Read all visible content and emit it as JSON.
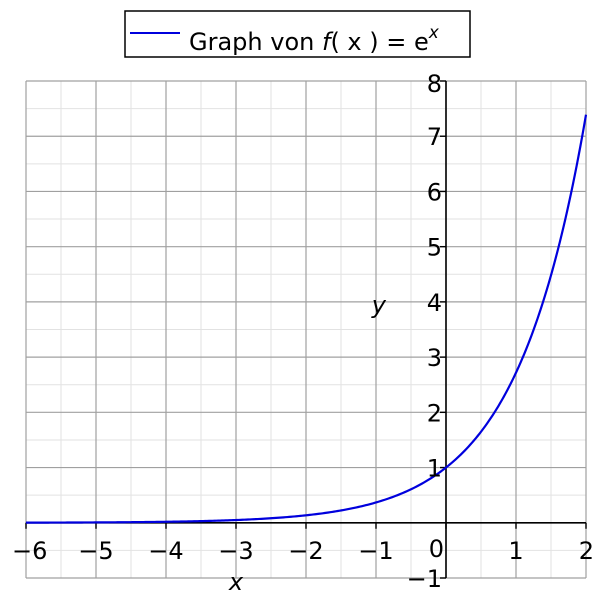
{
  "chart_data": {
    "type": "line",
    "legend": {
      "label_prefix": "Graph von ",
      "label_f": "f",
      "label_mid": "( x ) = e",
      "label_sup": "x",
      "placement": "top-center"
    },
    "xlabel": "x",
    "ylabel": "y",
    "xlim": [
      -6,
      2
    ],
    "ylim": [
      -1,
      8
    ],
    "x_ticks": [
      "−6",
      "−5",
      "−4",
      "−3",
      "−2",
      "−1",
      "0",
      "1",
      "2"
    ],
    "y_ticks": [
      "−1",
      "1",
      "2",
      "3",
      "4",
      "5",
      "6",
      "7",
      "8"
    ],
    "grid": true,
    "series": [
      {
        "function": "exp",
        "color": "#0000dd",
        "x": [
          -6,
          -5,
          -4,
          -3,
          -2,
          -1.5,
          -1,
          -0.5,
          0,
          0.25,
          0.5,
          0.75,
          1,
          1.25,
          1.5,
          1.75,
          2
        ],
        "y": [
          0.0025,
          0.0067,
          0.0183,
          0.0498,
          0.1353,
          0.2231,
          0.3679,
          0.6065,
          1,
          1.284,
          1.6487,
          2.117,
          2.7183,
          3.4903,
          4.4817,
          5.7546,
          7.3891
        ]
      }
    ]
  }
}
